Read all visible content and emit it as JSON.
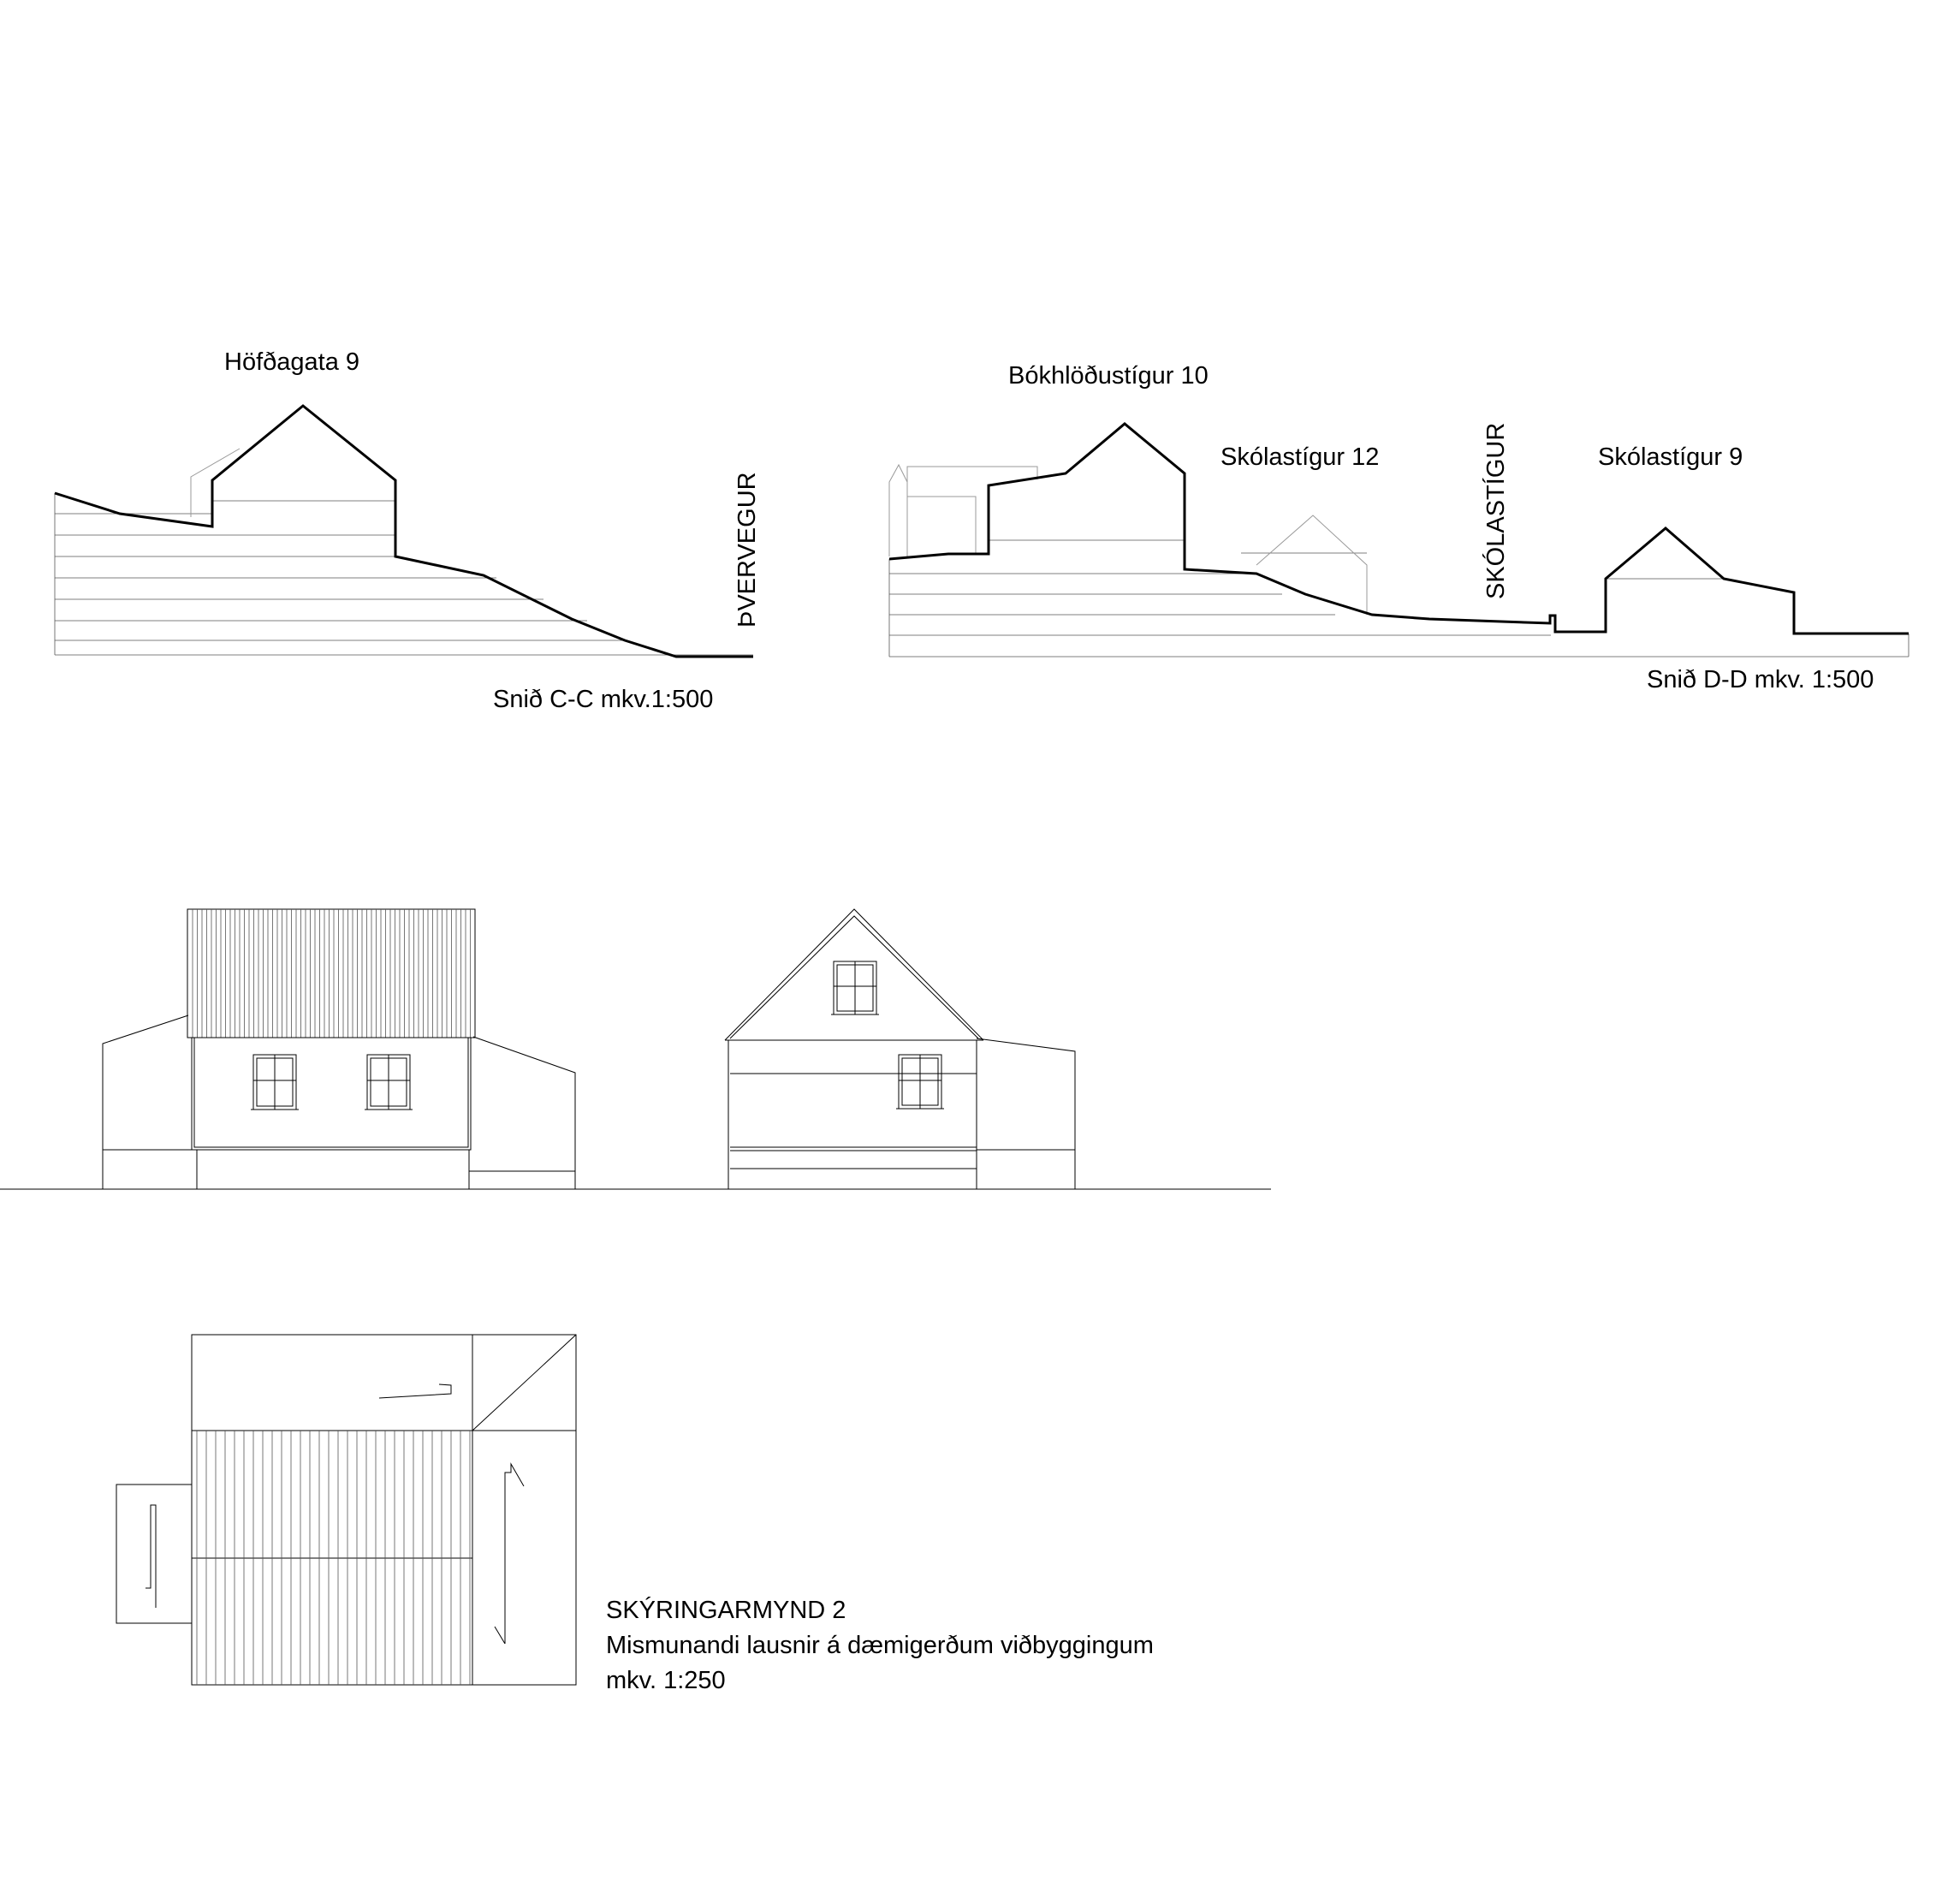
{
  "section_cc": {
    "building_label": "Höfðagata 9",
    "street_label": "ÞVERVEGUR",
    "caption": "Snið C-C mkv.1:500"
  },
  "section_dd": {
    "building_label_1": "Bókhlöðustígur 10",
    "building_label_2": "Skólastígur 12",
    "street_label": "SKÓLASTÍGUR",
    "building_label_3": "Skólastígur 9",
    "caption": "Snið D-D mkv. 1:500"
  },
  "legend": {
    "title": "SKÝRINGARMYND 2",
    "subtitle": "Mismunandi lausnir á dæmigerðum viðbyggingum",
    "scale": "mkv. 1:250"
  }
}
